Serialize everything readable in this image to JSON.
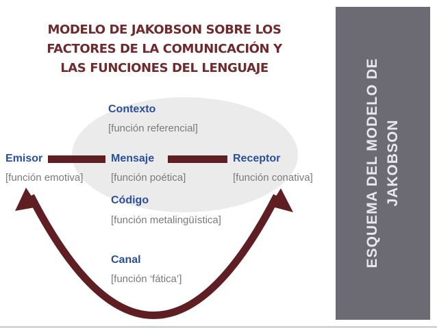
{
  "title": {
    "line1": "MODELO DE JAKOBSON SOBRE LOS",
    "line2": "FACTORES DE LA COMUNICACIÓN Y",
    "line3": "LAS FUNCIONES DEL LENGUAJE"
  },
  "factors": {
    "contexto": {
      "name": "Contexto",
      "function": "[función referencial]"
    },
    "emisor": {
      "name": "Emisor",
      "function": "[función emotiva]"
    },
    "mensaje": {
      "name": "Mensaje",
      "function": "[función poética]"
    },
    "receptor": {
      "name": "Receptor",
      "function": "[función conativa]"
    },
    "codigo": {
      "name": "Código",
      "function": "[función metalingüística]"
    },
    "canal": {
      "name": "Canal",
      "function": "[función ‘fática’]"
    }
  },
  "sidebar": {
    "line1": "ESQUEMA DEL MODELO DE",
    "line2": "JAKOBSON"
  },
  "colors": {
    "title": "#6e2a2c",
    "factor_name": "#2a4f9a",
    "function_text": "#7a7a7a",
    "connector": "#5e1e22",
    "ellipse": "#ecebeb",
    "sidebar_bg": "#6c6a72",
    "sidebar_text": "#e9e9ed"
  }
}
